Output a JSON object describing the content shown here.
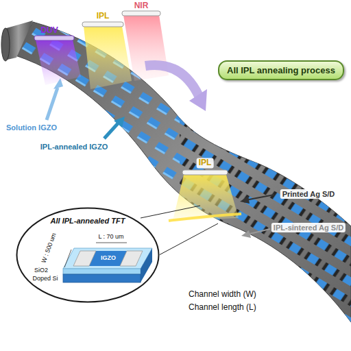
{
  "diagram": {
    "nodes": [
      {
        "text": [
          "All IPL annealing process"
        ]
      },
      {
        "text": [
          "All IPL-annealed TFT"
        ]
      }
    ],
    "labels": [
      "DUV",
      "IPL",
      "NIR",
      "Solution IGZO",
      "IPL-annealed IGZO",
      "IPL",
      "Printed Ag S/D",
      "IPL-sintered Ag S/D",
      "W : 500 um",
      "L : 70 um",
      "IGZO",
      "SiO2",
      "Doped Si",
      "Channel width (W)",
      "Channel length (L)"
    ]
  }
}
